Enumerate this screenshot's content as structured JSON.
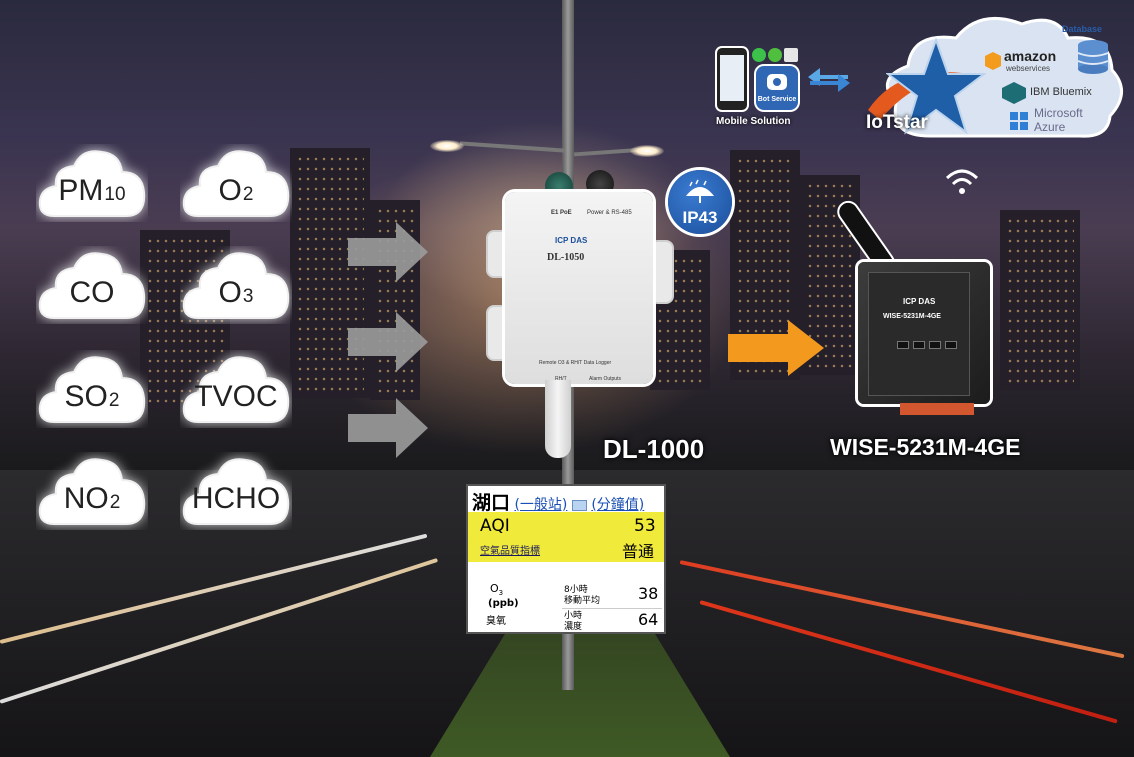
{
  "gases": [
    {
      "base": "PM",
      "sub": "10"
    },
    {
      "base": "O",
      "sub": "2"
    },
    {
      "base": "CO",
      "sub": ""
    },
    {
      "base": "O",
      "sub": "3"
    },
    {
      "base": "SO",
      "sub": "2"
    },
    {
      "base": "TVOC",
      "sub": ""
    },
    {
      "base": "NO",
      "sub": "2"
    },
    {
      "base": "HCHO",
      "sub": ""
    }
  ],
  "device": {
    "name": "DL-1000",
    "model_text": "DL-1050",
    "brand": "ICP DAS",
    "port_left": "E1 PoE",
    "port_right": "Power & RS-485",
    "caption": "Remote O3 & RH/T Data Logger",
    "bottom_left": "RH/T",
    "bottom_right": "Alarm Outputs"
  },
  "badge": {
    "text": "IP43"
  },
  "gateway": {
    "name": "WISE-5231M-4GE",
    "model_text": "WISE-5231M-4GE",
    "brand": "ICP DAS"
  },
  "mobile": {
    "label": "Mobile Solution",
    "bot_label": "Bot Service"
  },
  "cloud_services": {
    "iotstar": "IoTstar",
    "database": "Database",
    "amazon": "amazon",
    "amazon_sub": "webservices",
    "bluemix": "IBM Bluemix",
    "microsoft": "Microsoft",
    "azure": "Azure"
  },
  "aqi_panel": {
    "station": "湖口",
    "station_type": "(一般站)",
    "interval": "(分鐘值)",
    "aqi_label": "AQI",
    "aqi_value": "53",
    "aqi_index_label": "空氣品質指標",
    "aqi_status": "普通",
    "o3_label": "O",
    "o3_sub": "3",
    "o3_unit": "(ppb)",
    "o3_name": "臭氧",
    "row1_label_a": "8小時",
    "row1_label_b": "移動平均",
    "row1_value": "38",
    "row2_label_a": "小時",
    "row2_label_b": "濃度",
    "row2_value": "64"
  },
  "colors": {
    "accent_orange": "#f39a1e",
    "badge_blue": "#1b4f9b",
    "aqi_yellow": "#f0ea3a"
  }
}
